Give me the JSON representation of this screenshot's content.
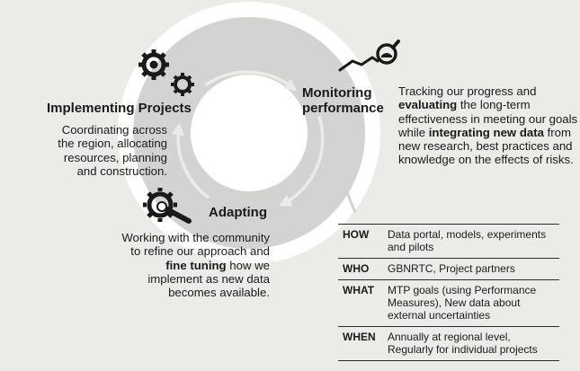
{
  "implementing": {
    "title": "Implementing Projects",
    "desc": [
      "Coordinating across",
      "the region, allocating",
      "resources, planning",
      "and construction."
    ]
  },
  "monitoring": {
    "title_lines": [
      "Monitoring",
      "performance"
    ],
    "desc_parts": [
      {
        "t": "Tracking our progress and ",
        "b": false
      },
      {
        "t": "evaluating",
        "b": true
      },
      {
        "t": " the long-term effectiveness in meeting our goals while ",
        "b": false
      },
      {
        "t": "integrating new data",
        "b": true
      },
      {
        "t": " from new research, best practices and knowledge on the effects of risks.",
        "b": false
      }
    ]
  },
  "adapting": {
    "title": "Adapting",
    "desc_parts": [
      {
        "t": "Working with the community to refine our approach and ",
        "b": false
      },
      {
        "t": "fine tuning",
        "b": true
      },
      {
        "t": " how we implement  as new data becomes available.",
        "b": false
      }
    ]
  },
  "info_table": [
    {
      "key": "HOW",
      "value": "Data portal, models, experiments and pilots"
    },
    {
      "key": "WHO",
      "value": "GBNRTC, Project partners"
    },
    {
      "key": "WHAT",
      "value": "MTP goals (using Performance Measures), New data about external uncertainties"
    },
    {
      "key": "WHEN",
      "value": "Annually at regional level, Regularly for individual projects"
    }
  ],
  "icons": [
    "gears-icon",
    "trend-magnifier-icon",
    "gear-wrench-icon",
    "cycle-arrows-icon"
  ],
  "colors": {
    "background": "#ebebe7",
    "ring": "#d3d3d1",
    "arrow": "#ebebe7",
    "text": "#1a1a1a"
  }
}
